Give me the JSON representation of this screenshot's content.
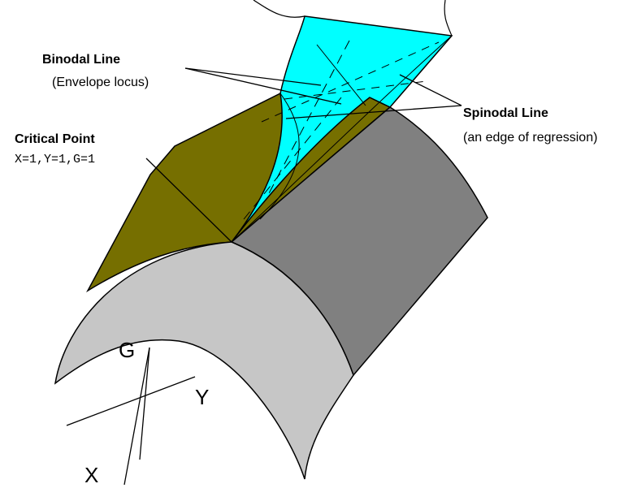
{
  "labels": {
    "binodal_title": "Binodal Line",
    "binodal_subtitle": "(Envelope locus)",
    "spinodal_title": "Spinodal Line",
    "spinodal_subtitle": "(an  edge of regression)",
    "critical_title": "Critical Point",
    "critical_coords": "X=1,Y=1,G=1"
  },
  "axes": {
    "g_label": "G",
    "y_label": "Y",
    "x_label": "X"
  },
  "colors": {
    "olive_surface": "#766f00",
    "cyan_sheet": "#00ffff",
    "dark_gray_surface": "#808080",
    "light_gray_surface": "#c6c6c6",
    "outline": "#000000"
  }
}
